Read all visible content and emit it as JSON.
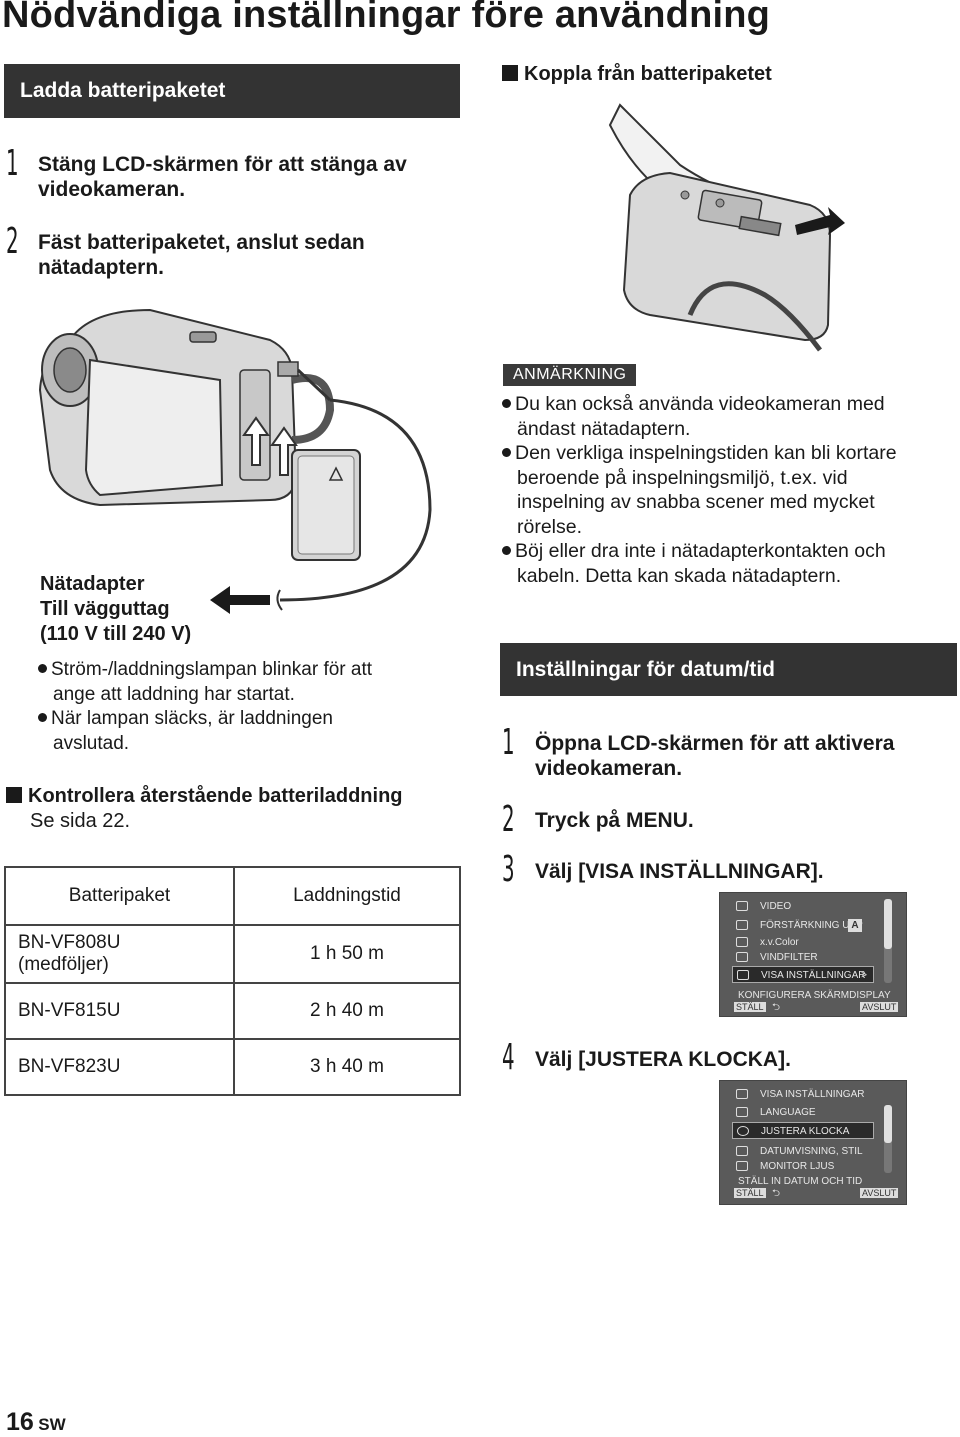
{
  "page_title": "Nödvändiga inställningar före användning",
  "left": {
    "section_bar": "Ladda batteripaketet",
    "steps": [
      {
        "num": "1",
        "text_l1": "Stäng LCD-skärmen för att stänga av",
        "text_l2": "videokameran."
      },
      {
        "num": "2",
        "text_l1": "Fäst batteripaketet, anslut sedan",
        "text_l2": "nätadaptern."
      }
    ],
    "figure_labels": {
      "l1": "Nätadapter",
      "l2": "Till vägguttag",
      "l3": "(110 V till 240 V)"
    },
    "bullets": [
      {
        "l1": "Ström-/laddningslampan blinkar för att",
        "l2": "ange att laddning har startat."
      },
      {
        "l1": "När lampan släcks, är laddningen",
        "l2": "avslutad."
      }
    ],
    "check_heading": "Kontrollera återstående batteriladdning",
    "check_text": "Se sida 22.",
    "table": {
      "headers": [
        "Batteripaket",
        "Laddningstid"
      ],
      "rows": [
        {
          "battery_l1": "BN-VF808U",
          "battery_l2": "(medföljer)",
          "time": "1 h 50 m"
        },
        {
          "battery_l1": "BN-VF815U",
          "battery_l2": "",
          "time": "2 h 40 m"
        },
        {
          "battery_l1": "BN-VF823U",
          "battery_l2": "",
          "time": "3 h 40 m"
        }
      ]
    }
  },
  "right": {
    "disconnect_heading": "Koppla från batteripaketet",
    "note_tag": "ANMÄRKNING",
    "notes": [
      {
        "lines": [
          "Du kan också använda videokameran med",
          "ändast nätadaptern."
        ]
      },
      {
        "lines": [
          "Den verkliga inspelningstiden kan bli kortare",
          "beroende på inspelningsmiljö, t.ex. vid",
          "inspelning av snabba scener med mycket",
          "rörelse."
        ]
      },
      {
        "lines": [
          "Böj eller dra inte i nätadapterkontakten och",
          "kabeln. Detta kan skada nätadaptern."
        ]
      }
    ],
    "section_bar": "Inställningar för datum/tid",
    "steps": [
      {
        "num": "1",
        "text_l1": "Öppna LCD-skärmen för att aktivera",
        "text_l2": "videokameran."
      },
      {
        "num": "2",
        "text_l1": "Tryck på MENU.",
        "text_l2": ""
      },
      {
        "num": "3",
        "text_l1": "Välj [VISA INSTÄLLNINGAR].",
        "text_l2": ""
      },
      {
        "num": "4",
        "text_l1": "Välj [JUSTERA KLOCKA].",
        "text_l2": ""
      }
    ],
    "menu1": {
      "items": [
        "VIDEO",
        "FÖRSTÄRKNING UPP",
        "x.v.Color",
        "VINDFILTER",
        "VISA INSTÄLLNINGAR"
      ],
      "selected_arrow": ">",
      "footer": "KONFIGURERA SKÄRMDISPLAY",
      "set": "STÄLL",
      "quit": "AVSLUT",
      "badge": "A"
    },
    "menu2": {
      "items": [
        "VISA INSTÄLLNINGAR",
        "LANGUAGE",
        "JUSTERA KLOCKA",
        "DATUMVISNING, STIL",
        "MONITOR LJUS"
      ],
      "footer": "STÄLL IN DATUM OCH TID",
      "set": "STÄLL",
      "quit": "AVSLUT"
    }
  },
  "footer": {
    "page_num": "16",
    "lang": "SW"
  }
}
